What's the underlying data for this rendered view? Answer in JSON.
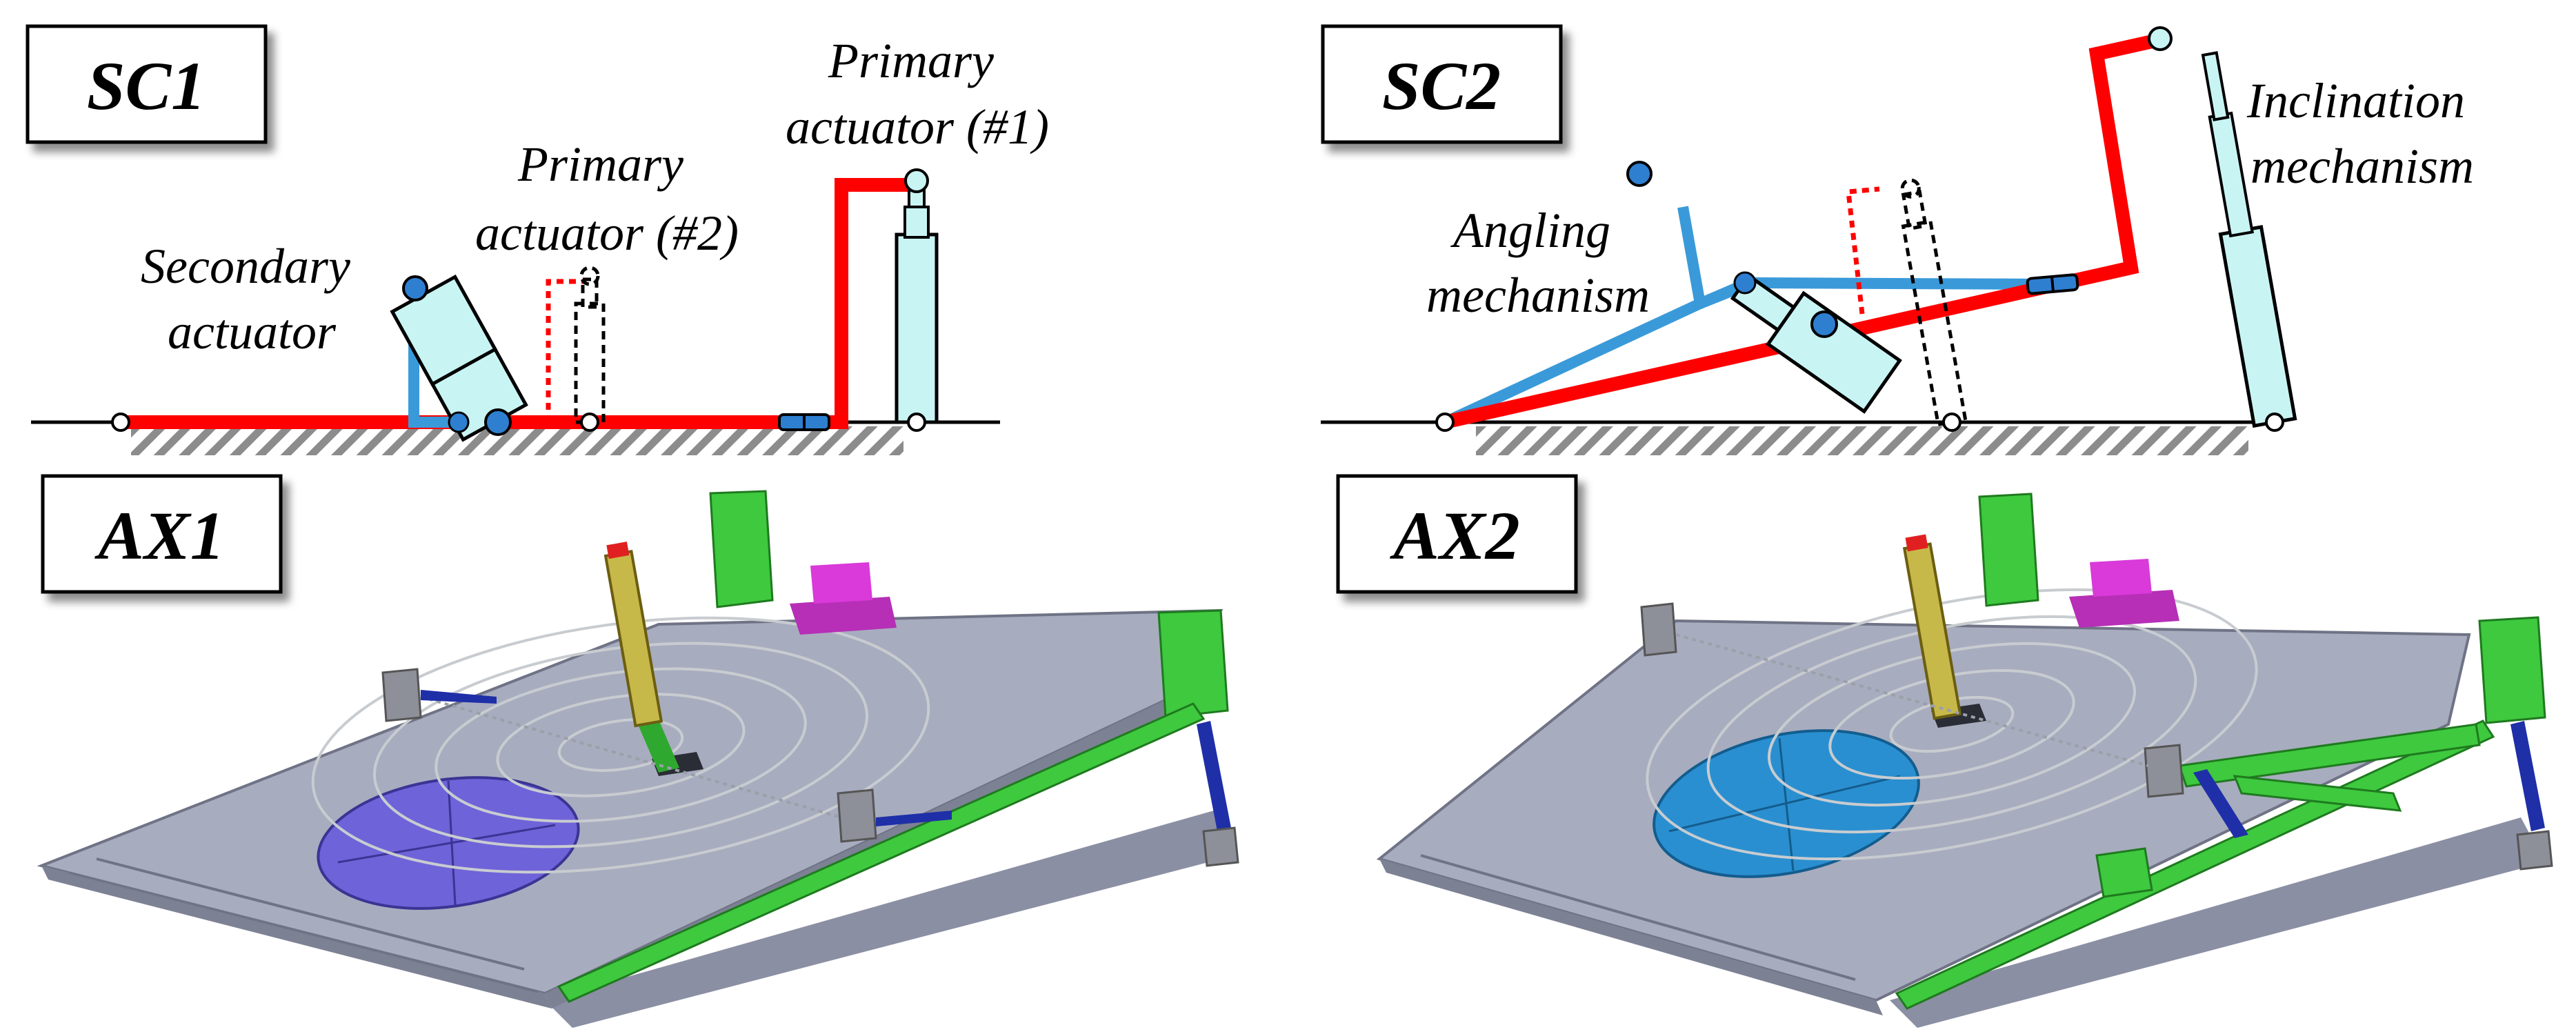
{
  "labels": {
    "sc1": "SC1",
    "sc2": "SC2",
    "ax1": "AX1",
    "ax2": "AX2"
  },
  "annotations": {
    "sc1": {
      "secondary_actuator": [
        "Secondary",
        "actuator"
      ],
      "primary_actuator_2": [
        "Primary",
        "actuator (#2)"
      ],
      "primary_actuator_1": [
        "Primary",
        "actuator (#1)"
      ]
    },
    "sc2": {
      "angling_mechanism": [
        "Angling",
        "mechanism"
      ],
      "inclination_mechanism": [
        "Inclination",
        "mechanism"
      ]
    }
  },
  "colors": {
    "primary_link": "#ff0000",
    "secondary_link": "#3a9ad9",
    "actuator_body": "#c9f4f4",
    "joint": "#2e7fd0",
    "ground_hatch": "#8c8c8c",
    "platform": "#a8acbf",
    "platform_dark": "#7d8194",
    "green_frame": "#3ec93e",
    "purple_disc": "#6f63d9",
    "blue_disc": "#2a8fd0",
    "magenta_part": "#d93ad9",
    "actuator_rod": "#c7b84a"
  }
}
